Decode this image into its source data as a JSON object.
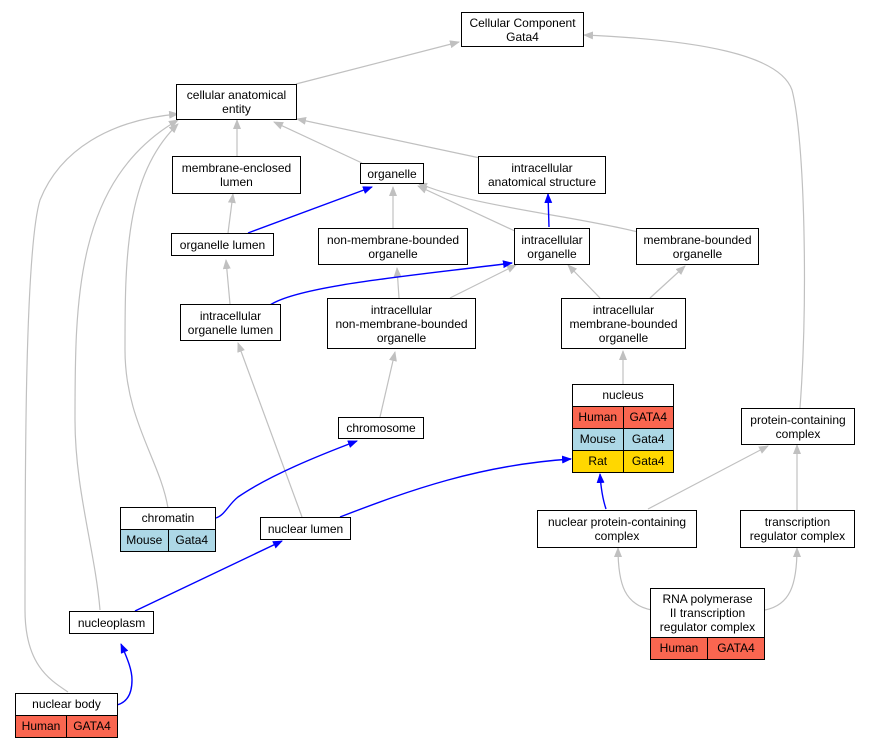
{
  "nodes": {
    "cellular_component": {
      "text": "Cellular Component\nGata4"
    },
    "cellular_anatomical_entity": {
      "text": "cellular anatomical\nentity"
    },
    "membrane_enclosed_lumen": {
      "text": "membrane-enclosed\nlumen"
    },
    "organelle": {
      "text": "organelle"
    },
    "intracellular_anatomical_structure": {
      "text": "intracellular\nanatomical structure"
    },
    "organelle_lumen": {
      "text": "organelle lumen"
    },
    "non_membrane_bounded_organelle": {
      "text": "non-membrane-bounded\norganelle"
    },
    "intracellular_organelle": {
      "text": "intracellular\norganelle"
    },
    "membrane_bounded_organelle": {
      "text": "membrane-bounded\norganelle"
    },
    "intracellular_organelle_lumen": {
      "text": "intracellular\norganelle lumen"
    },
    "intracellular_non_membrane_bounded_organelle": {
      "text": "intracellular\nnon-membrane-bounded\norganelle"
    },
    "intracellular_membrane_bounded_organelle": {
      "text": "intracellular\nmembrane-bounded\norganelle"
    },
    "chromosome": {
      "text": "chromosome"
    },
    "protein_containing_complex": {
      "text": "protein-containing\ncomplex"
    },
    "nuclear_lumen": {
      "text": "nuclear lumen"
    },
    "nuclear_protein_containing_complex": {
      "text": "nuclear protein-containing\ncomplex"
    },
    "transcription_regulator_complex": {
      "text": "transcription\nregulator complex"
    },
    "nucleoplasm": {
      "text": "nucleoplasm"
    },
    "nucleus": {
      "text": "nucleus",
      "rows": [
        {
          "species": "Human",
          "gene": "GATA4"
        },
        {
          "species": "Mouse",
          "gene": "Gata4"
        },
        {
          "species": "Rat",
          "gene": "Gata4"
        }
      ]
    },
    "chromatin": {
      "text": "chromatin",
      "rows": [
        {
          "species": "Mouse",
          "gene": "Gata4"
        }
      ]
    },
    "rna_pol_ii_complex": {
      "text": "RNA polymerase\nII transcription\nregulator complex",
      "rows": [
        {
          "species": "Human",
          "gene": "GATA4"
        }
      ]
    },
    "nuclear_body": {
      "text": "nuclear body",
      "rows": [
        {
          "species": "Human",
          "gene": "GATA4"
        }
      ]
    }
  },
  "colors": {
    "is_a_edge": "#c0c0c0",
    "part_of_edge": "#0000ff",
    "human": "#fa6650",
    "mouse": "#add8e6",
    "rat": "#ffd700"
  }
}
